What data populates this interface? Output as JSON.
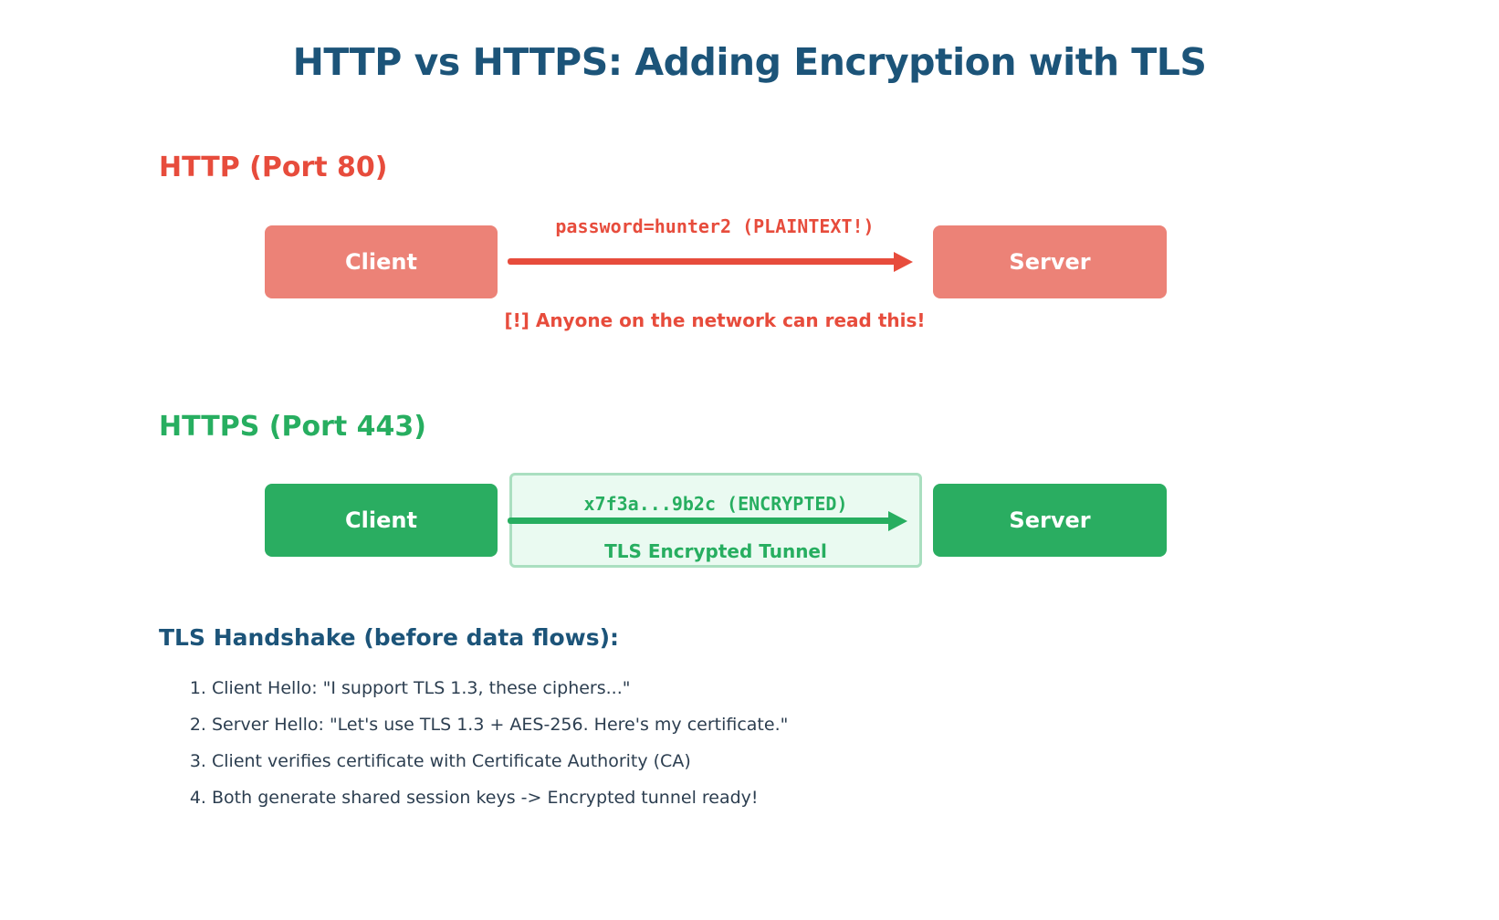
{
  "page": {
    "title": "HTTP vs HTTPS: Adding Encryption with TLS"
  },
  "http_section": {
    "heading": "HTTP (Port 80)",
    "client_label": "Client",
    "server_label": "Server",
    "message": "password=hunter2 (PLAINTEXT!)",
    "warning": "[!] Anyone on the network can read this!"
  },
  "https_section": {
    "heading": "HTTPS (Port 443)",
    "client_label": "Client",
    "server_label": "Server",
    "message": "x7f3a...9b2c (ENCRYPTED)",
    "tunnel_label": "TLS Encrypted Tunnel"
  },
  "handshake": {
    "heading": "TLS Handshake (before data flows):",
    "steps": [
      "Client Hello: \"I support TLS 1.3, these ciphers...\"",
      "Server Hello: \"Let's use TLS 1.3 + AES-256. Here's my certificate.\"",
      "Client verifies certificate with Certificate Authority (CA)",
      "Both generate shared session keys -> Encrypted tunnel ready!"
    ]
  },
  "colors": {
    "title_text": "#1c5479",
    "http_accent": "#e74c3c",
    "http_box": "#ec8277",
    "https_accent": "#27ae60",
    "https_box": "#2aad61",
    "tunnel_background": "#eafaf1",
    "tunnel_border": "#aadfc0",
    "body_text": "#2c3e50"
  }
}
